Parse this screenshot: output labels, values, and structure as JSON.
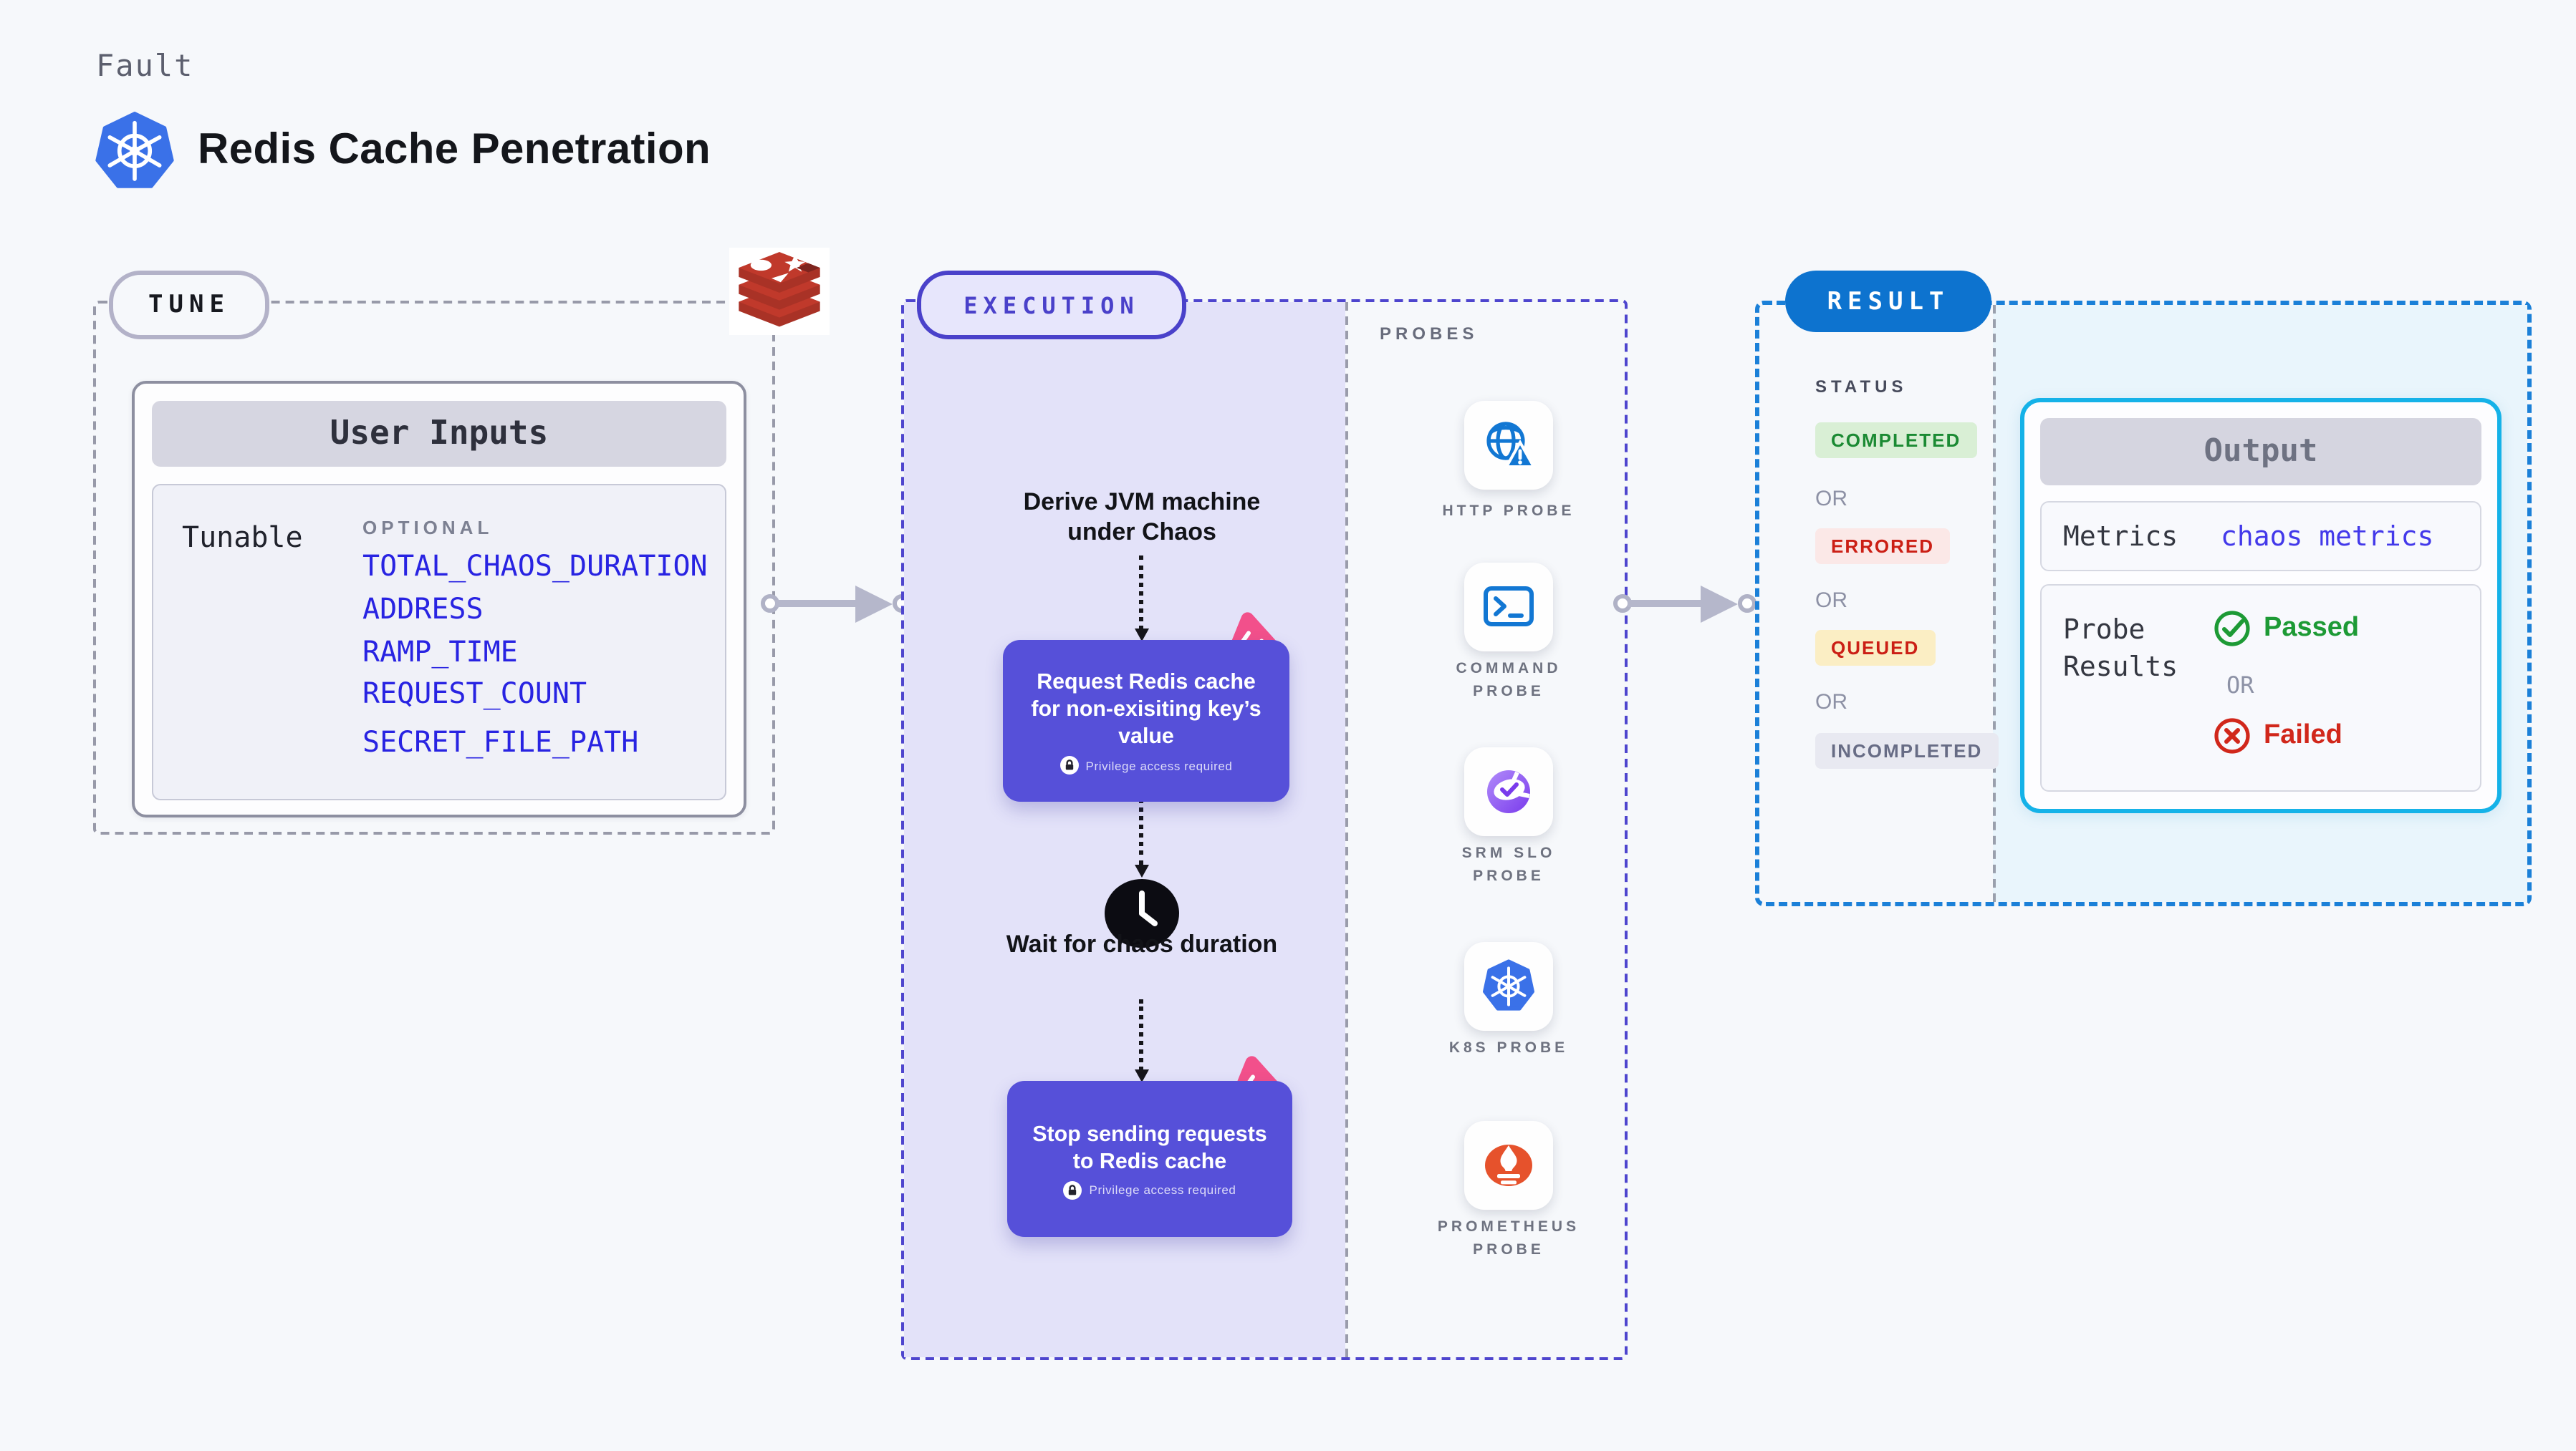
{
  "page": {
    "kind_label": "Fault",
    "title": "Redis Cache Penetration"
  },
  "tune": {
    "pill": "TUNE",
    "card_title": "User Inputs",
    "row_label": "Tunable",
    "optional_label": "OPTIONAL",
    "variables": [
      "TOTAL_CHAOS_DURATION",
      "ADDRESS",
      "RAMP_TIME",
      "REQUEST_COUNT",
      "SECRET_FILE_PATH"
    ]
  },
  "execution": {
    "pill": "EXECUTION",
    "step1": "Derive JVM machine under Chaos",
    "card1": "Request Redis cache for non-exisiting key’s value",
    "privilege_note": "Privilege access required",
    "step2": "Wait for chaos duration",
    "card2": "Stop sending requests to Redis cache"
  },
  "probes": {
    "label": "PROBES",
    "items": [
      {
        "label": "HTTP PROBE",
        "icon": "globe-warning-icon"
      },
      {
        "label": "COMMAND PROBE",
        "icon": "terminal-icon"
      },
      {
        "label": "SRM SLO PROBE",
        "icon": "donut-check-icon"
      },
      {
        "label": "K8S PROBE",
        "icon": "kubernetes-icon"
      },
      {
        "label": "PROMETHEUS PROBE",
        "icon": "prometheus-flame-icon"
      }
    ]
  },
  "result": {
    "pill": "RESULT",
    "status_label": "STATUS",
    "or_label": "OR",
    "statuses": [
      {
        "label": "COMPLETED",
        "fg": "#1b8a33",
        "bg": "#d9efd5"
      },
      {
        "label": "ERRORED",
        "fg": "#cb1f15",
        "bg": "#fbe8e7"
      },
      {
        "label": "QUEUED",
        "fg": "#cb1f15",
        "bg": "#fbeec4"
      },
      {
        "label": "INCOMPLETED",
        "fg": "#676c85",
        "bg": "#e8e9f1"
      }
    ],
    "output": {
      "title": "Output",
      "metrics_label": "Metrics",
      "metrics_value": "chaos metrics",
      "probe_results_label": "Probe Results",
      "passed": "Passed",
      "or_label": "OR",
      "failed": "Failed"
    }
  },
  "icons": {
    "kubernetes-icon": "blue heptagon with white ship wheel",
    "redis-icon": "stack of red database disks",
    "chaos-icon": "pink rounded triangle with white slits",
    "clock-icon": "black clock face",
    "lock-icon": "white circle padlock",
    "globe-warning-icon": "blue globe with warning triangle",
    "terminal-icon": "blue command prompt window",
    "donut-check-icon": "purple donut chart with check mark",
    "prometheus-flame-icon": "orange ellipse with white torch flame",
    "check-circle-icon": "green circled check",
    "x-circle-icon": "red circled cross"
  },
  "colors": {
    "page_bg": "#f6f8fb",
    "tune_dash": "#989aa9",
    "execution_accent": "#4e45ce",
    "execution_fill": "#e3e2f9",
    "chaos_card": "#5650d9",
    "variable_link": "#2823e2",
    "result_accent": "#1b80d8",
    "result_fill": "#e9f5fc",
    "result_pill_bg": "#0d73cf",
    "output_border": "#15b2e8",
    "passed_green": "#1d9a35",
    "failed_red": "#d1271b",
    "chaos_pink": "#f2508b",
    "metrics_link": "#4339ea"
  }
}
